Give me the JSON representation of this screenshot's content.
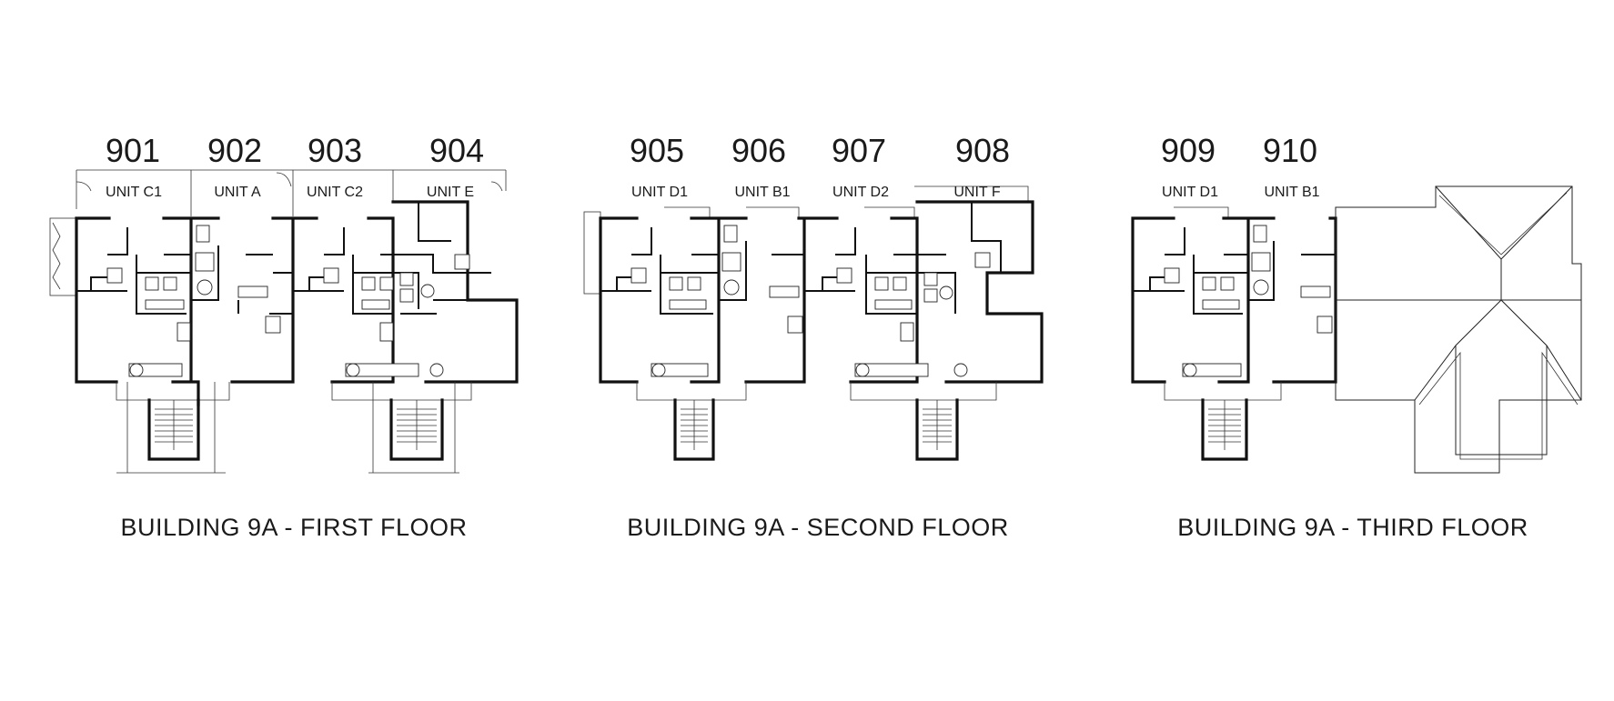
{
  "floors": [
    {
      "title": "BUILDING 9A - FIRST FLOOR",
      "units": [
        {
          "number": "901",
          "type": "UNIT C1"
        },
        {
          "number": "902",
          "type": "UNIT A"
        },
        {
          "number": "903",
          "type": "UNIT C2"
        },
        {
          "number": "904",
          "type": "UNIT E"
        }
      ]
    },
    {
      "title": "BUILDING 9A - SECOND FLOOR",
      "units": [
        {
          "number": "905",
          "type": "UNIT D1"
        },
        {
          "number": "906",
          "type": "UNIT B1"
        },
        {
          "number": "907",
          "type": "UNIT D2"
        },
        {
          "number": "908",
          "type": "UNIT F"
        }
      ]
    },
    {
      "title": "BUILDING 9A - THIRD FLOOR",
      "units": [
        {
          "number": "909",
          "type": "UNIT D1"
        },
        {
          "number": "910",
          "type": "UNIT B1"
        }
      ]
    }
  ]
}
